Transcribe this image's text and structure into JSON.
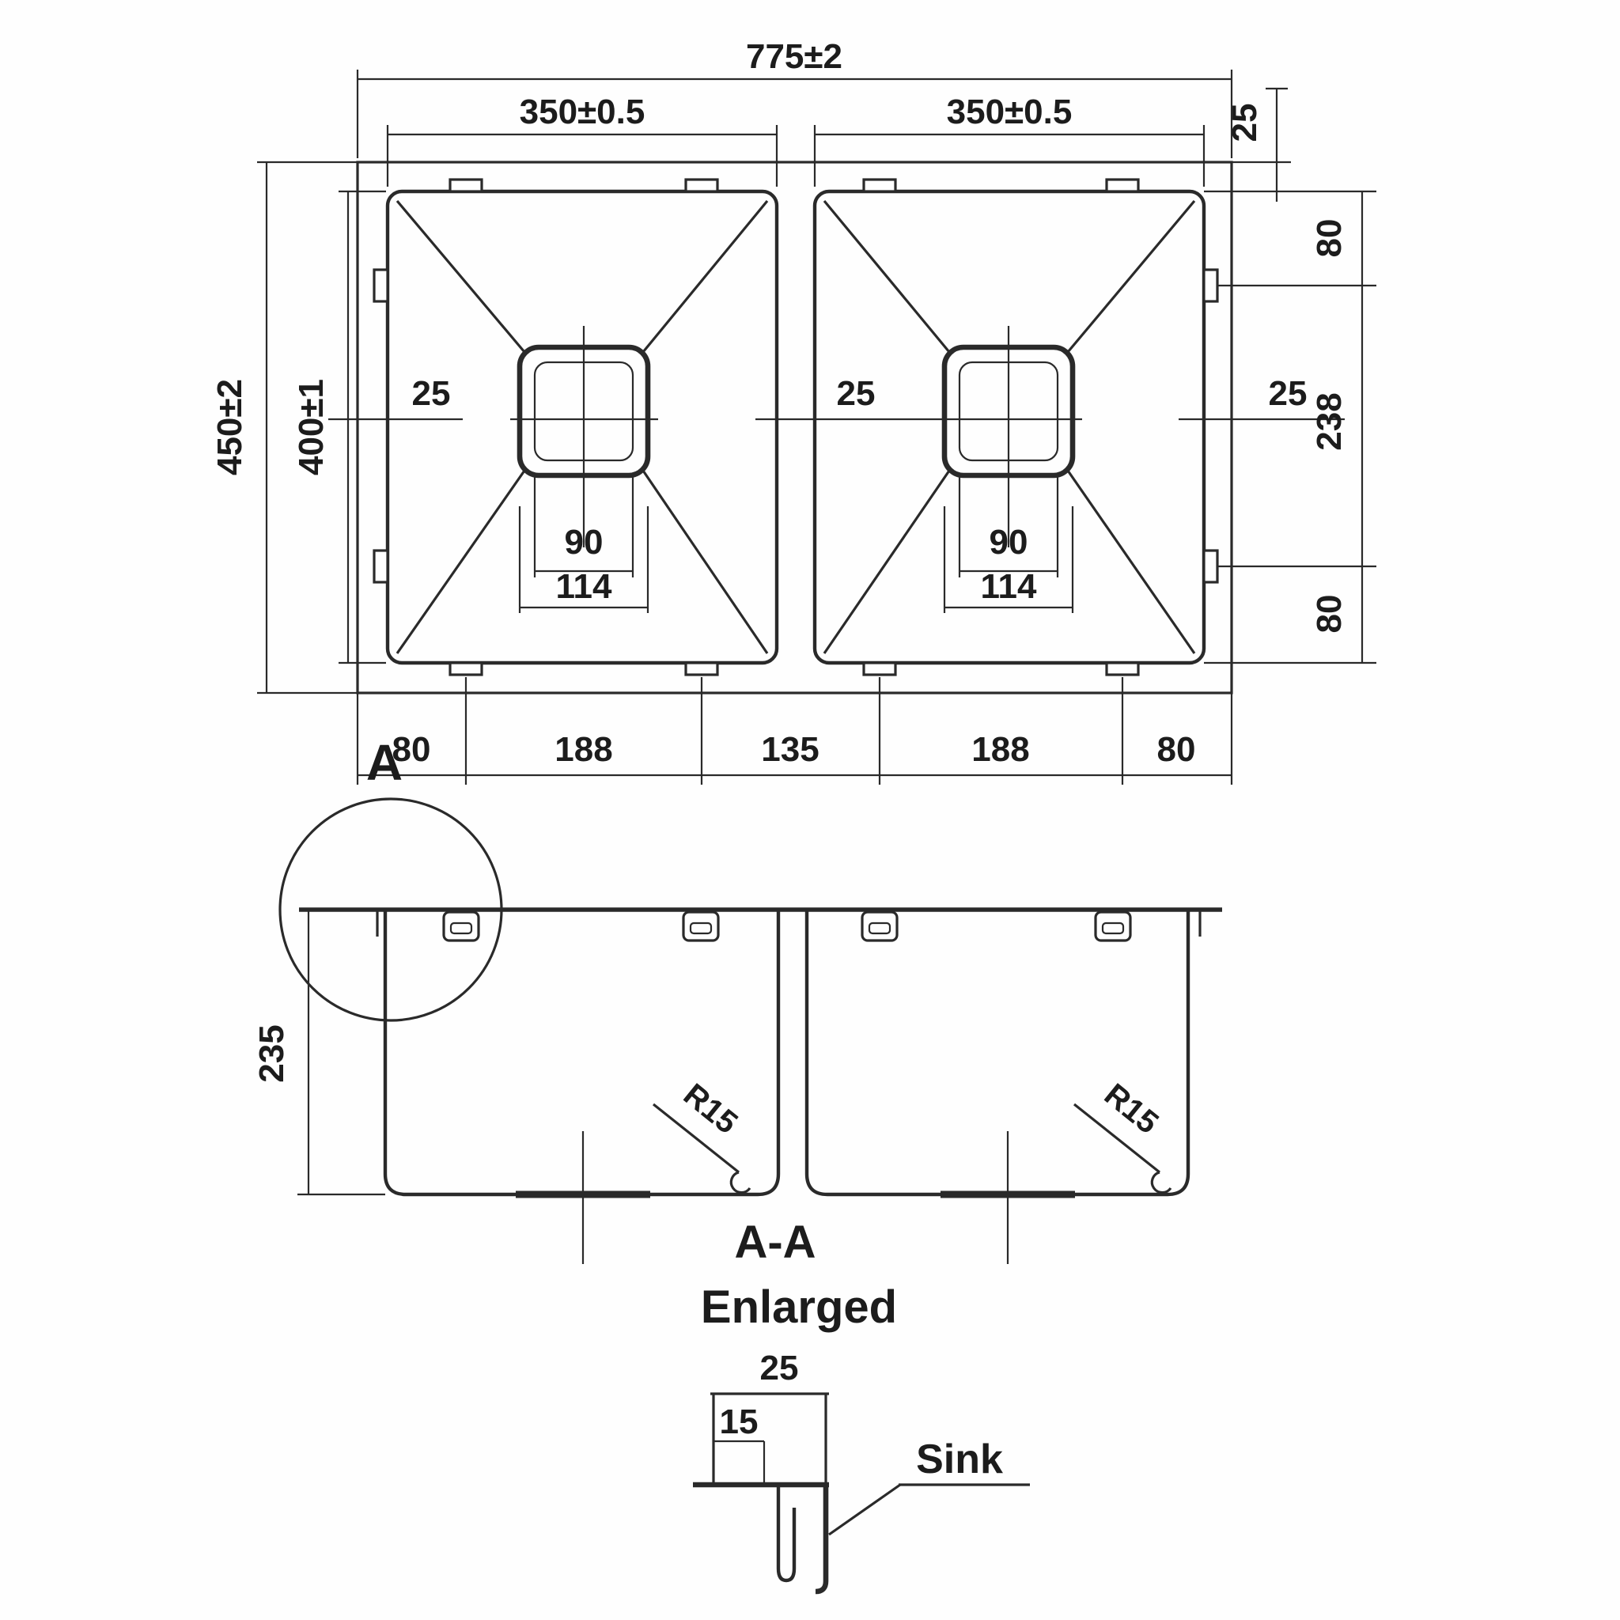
{
  "drawing": {
    "type": "technical-drawing",
    "subject": "double bowl undermount sink",
    "line_color": "#2a2a2a",
    "background": "#fefefe"
  },
  "top_view": {
    "overall_width": "775±2",
    "overall_depth": "450±2",
    "bowl_depth": "400±1",
    "left_bowl": {
      "width": "350±0.5",
      "rim_label": "25",
      "drain_inner": "90",
      "drain_outer": "114"
    },
    "right_bowl": {
      "width": "350±0.5",
      "rim_label": "25",
      "drain_inner": "90",
      "drain_outer": "114"
    },
    "right_rim_label": "25",
    "right_chain": {
      "top_margin": "25",
      "top_offset": "80",
      "clip_spacing": "238",
      "bottom_offset": "80"
    },
    "bottom_chain": [
      "80",
      "188",
      "135",
      "188",
      "80"
    ]
  },
  "section_view": {
    "marker": "A",
    "depth": "235",
    "left_radius": "R15",
    "right_radius": "R15",
    "title": "A-A",
    "subtitle": "Enlarged"
  },
  "detail_view": {
    "width": "25",
    "flange": "15",
    "label": "Sink"
  }
}
